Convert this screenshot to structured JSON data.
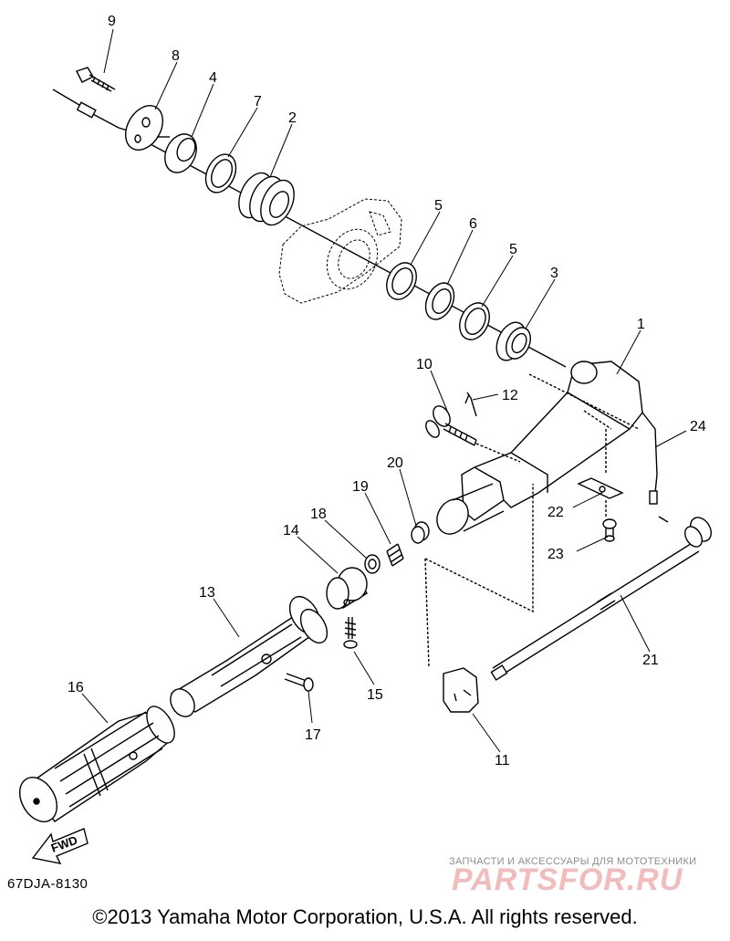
{
  "diagram": {
    "fwd_label": "FWD",
    "figure_code": "67DJA-8130",
    "copyright": "©2013 Yamaha Motor Corporation, U.S.A. All rights reserved.",
    "watermark": {
      "tagline": "ЗАПЧАСТИ И АКСЕССУАРЫ ДЛЯ МОТОТЕХНИКИ",
      "logo_text": "PARTSFOR.RU",
      "color": "#f2bcbc"
    },
    "callouts": [
      {
        "n": "9"
      },
      {
        "n": "8"
      },
      {
        "n": "4"
      },
      {
        "n": "7"
      },
      {
        "n": "2"
      },
      {
        "n": "5"
      },
      {
        "n": "6"
      },
      {
        "n": "5"
      },
      {
        "n": "3"
      },
      {
        "n": "1"
      },
      {
        "n": "10"
      },
      {
        "n": "12"
      },
      {
        "n": "24"
      },
      {
        "n": "20"
      },
      {
        "n": "19"
      },
      {
        "n": "18"
      },
      {
        "n": "14"
      },
      {
        "n": "22"
      },
      {
        "n": "23"
      },
      {
        "n": "13"
      },
      {
        "n": "21"
      },
      {
        "n": "16"
      },
      {
        "n": "15"
      },
      {
        "n": "17"
      },
      {
        "n": "11"
      }
    ]
  }
}
